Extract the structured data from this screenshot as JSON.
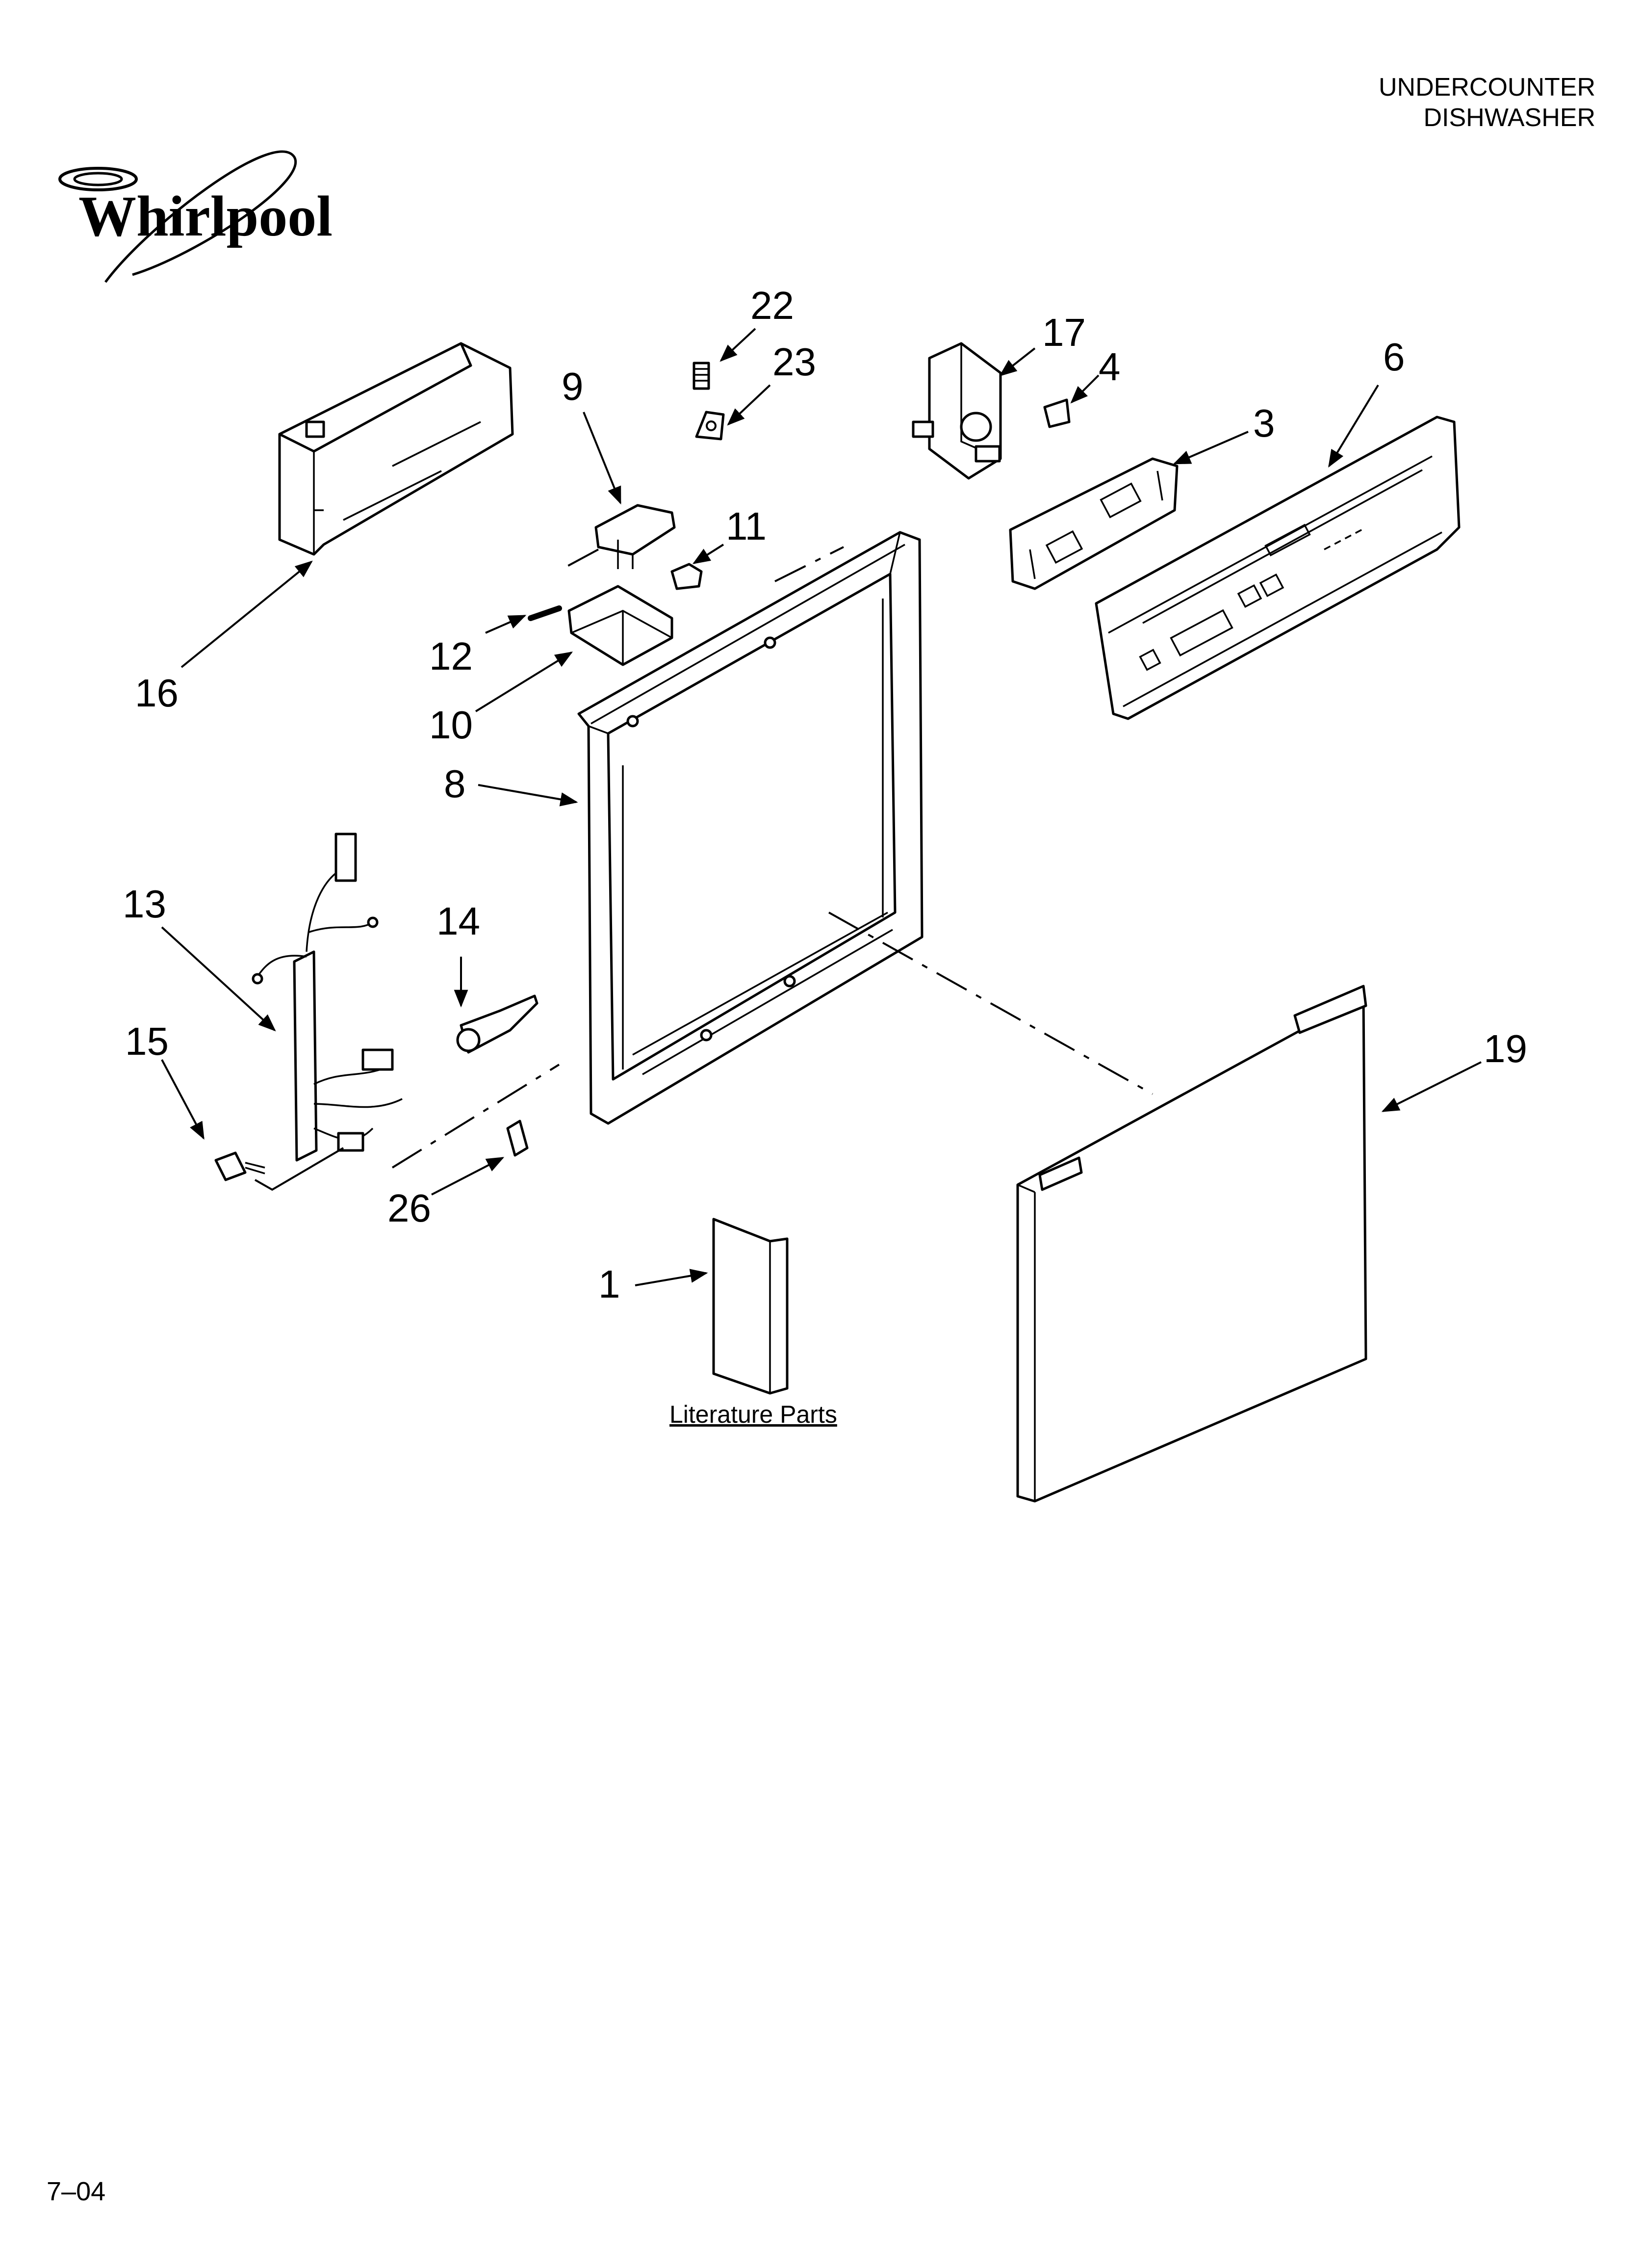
{
  "header": {
    "line1": "UNDERCOUNTER",
    "line2": "DISHWASHER"
  },
  "brand": {
    "name": "Whirlpool"
  },
  "callouts": [
    "22",
    "23",
    "17",
    "4",
    "6",
    "3",
    "9",
    "11",
    "16",
    "12",
    "10",
    "8",
    "13",
    "14",
    "15",
    "26",
    "1",
    "19"
  ],
  "literature_label": "Literature Parts",
  "footer": {
    "code": "7–04"
  }
}
